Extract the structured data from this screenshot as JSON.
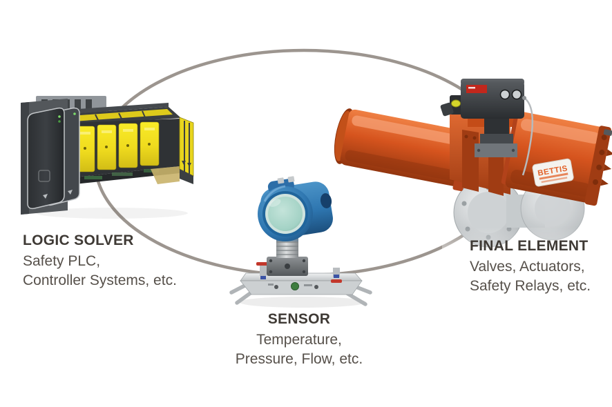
{
  "diagram": {
    "background": "#ffffff",
    "loop": {
      "color": "#9c958f",
      "stroke_width": 4.5
    },
    "nodes": {
      "logic_solver": {
        "title": "LOGIC SOLVER",
        "lines": [
          "Safety PLC,",
          "Controller Systems, etc."
        ]
      },
      "sensor": {
        "title": "SENSOR",
        "lines": [
          "Temperature,",
          "Pressure, Flow, etc."
        ]
      },
      "final_element": {
        "title": "FINAL ELEMENT",
        "lines": [
          "Valves, Actuators,",
          "Safety Relays, etc."
        ]
      }
    },
    "device_labels": {
      "actuator_brand": "BETTIS"
    },
    "colors": {
      "heading_text": "#3f3a35",
      "body_text": "#56504a",
      "plc_yellow": "#f0dd1e",
      "transmitter_blue": "#2e76b0",
      "lens_teal": "#b7ddd2",
      "actuator_orange": "#d0521e",
      "brand_text_orange": "#e2622a"
    }
  }
}
